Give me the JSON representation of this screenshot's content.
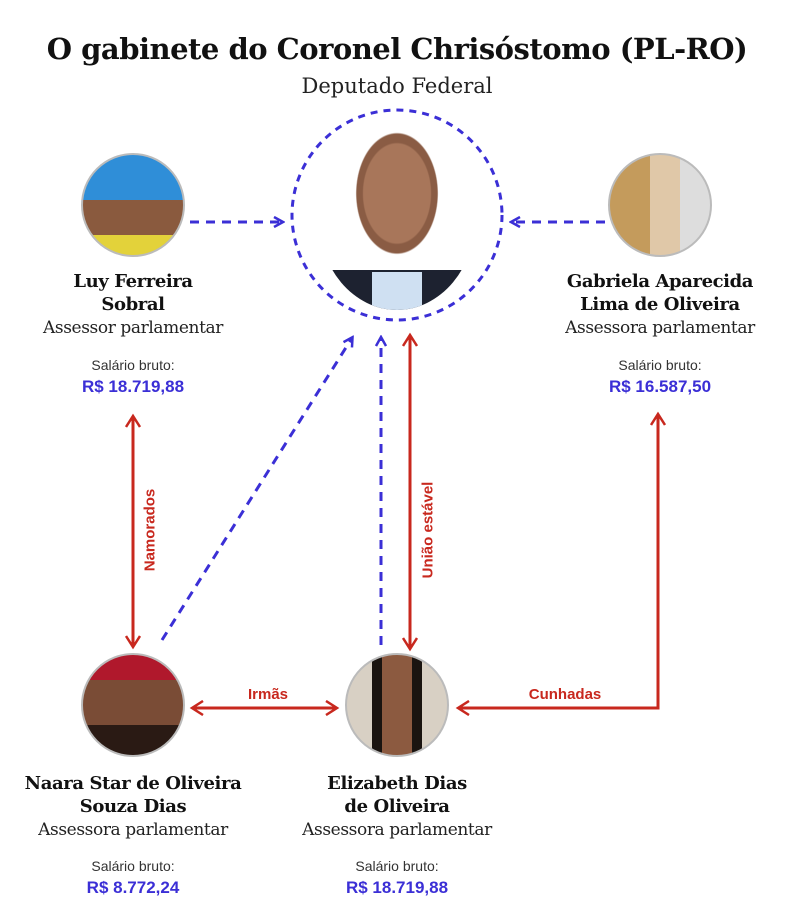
{
  "header": {
    "title": "O gabinete do Coronel Chrisóstomo (PL-RO)",
    "subtitle": "Deputado Federal"
  },
  "people": {
    "luy": {
      "name_line1": "Luy Ferreira",
      "name_line2": "Sobral",
      "role": "Assessor parlamentar",
      "salary_label": "Salário bruto:",
      "salary": "R$ 18.719,88"
    },
    "gabriela": {
      "name_line1": "Gabriela Aparecida",
      "name_line2": "Lima de Oliveira",
      "role": "Assessora parlamentar",
      "salary_label": "Salário bruto:",
      "salary": "R$ 16.587,50"
    },
    "naara": {
      "name_line1": "Naara Star de Oliveira",
      "name_line2": "Souza Dias",
      "role": "Assessora parlamentar",
      "salary_label": "Salário bruto:",
      "salary": "R$ 8.772,24"
    },
    "elizabeth": {
      "name_line1": "Elizabeth Dias",
      "name_line2": "de Oliveira",
      "role": "Assessora parlamentar",
      "salary_label": "Salário bruto:",
      "salary": "R$ 18.719,88"
    }
  },
  "relations": {
    "namorados": "Namorados",
    "uniao": "União estável",
    "irmas": "Irmãs",
    "cunhadas": "Cunhadas"
  },
  "colors": {
    "blue": "#3b2fd6",
    "red": "#c8281e"
  }
}
